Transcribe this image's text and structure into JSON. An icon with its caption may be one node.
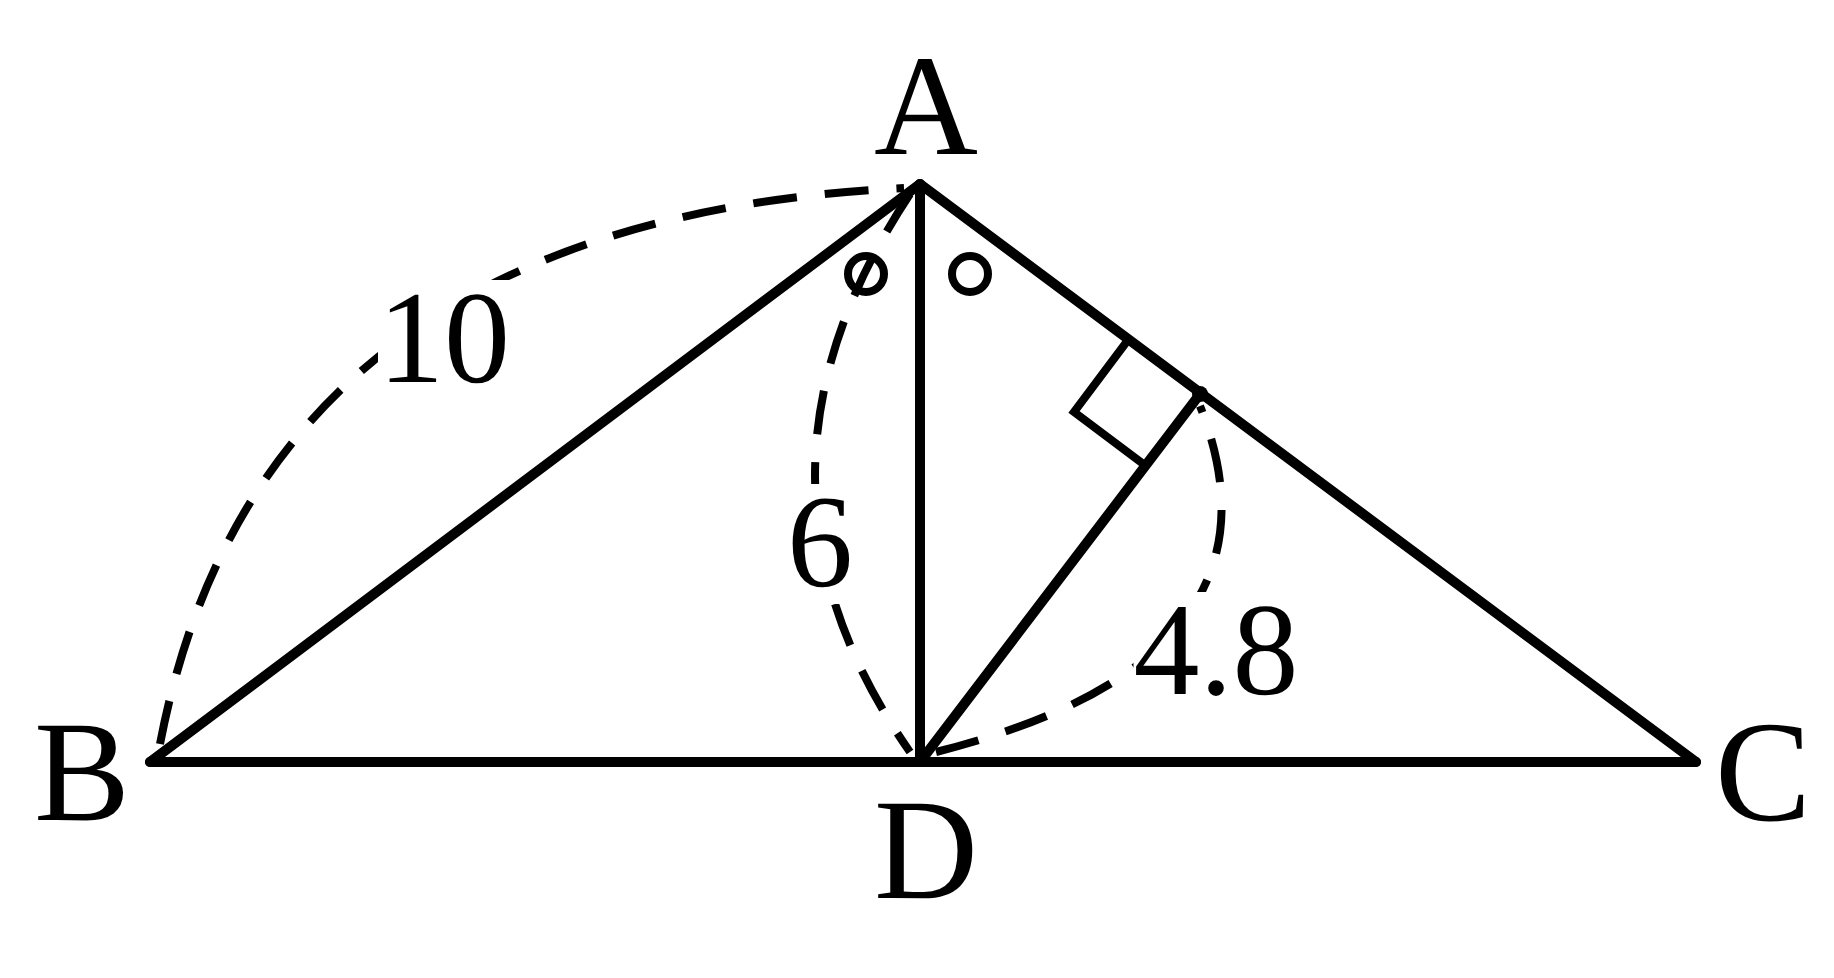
{
  "diagram": {
    "nodes": [
      {
        "text": [
          "A"
        ]
      },
      {
        "text": [
          "B"
        ]
      },
      {
        "text": [
          "C"
        ]
      },
      {
        "text": [
          "D"
        ]
      },
      {
        "text": [],
        "shape": "point"
      }
    ],
    "edges": [
      {
        "from": 0,
        "to": 1,
        "arrow": "none"
      },
      {
        "from": 0,
        "to": 2,
        "arrow": "none"
      },
      {
        "from": 1,
        "to": 3,
        "arrow": "none"
      },
      {
        "from": 3,
        "to": 2,
        "arrow": "none"
      },
      {
        "from": 0,
        "to": 3,
        "arrow": "none"
      },
      {
        "from": 3,
        "to": 4,
        "arrow": "none"
      }
    ],
    "labels": [
      "10",
      "6",
      "4.8"
    ]
  }
}
